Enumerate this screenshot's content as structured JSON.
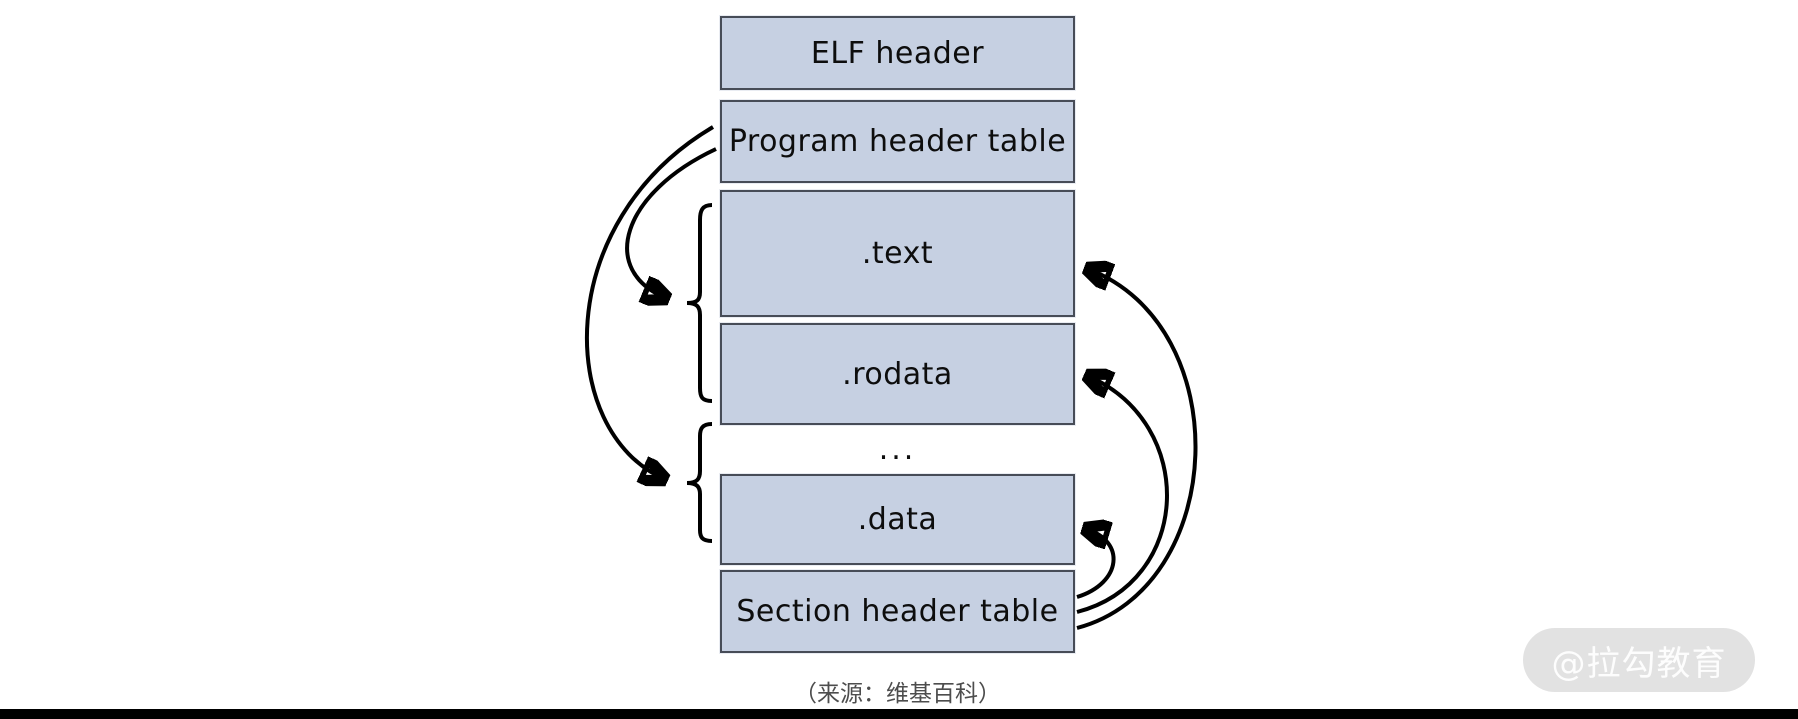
{
  "diagram": {
    "title_implicit": "ELF file layout",
    "boxes": [
      {
        "id": "elf-header",
        "label": "ELF header"
      },
      {
        "id": "program-header-table",
        "label": "Program header table"
      },
      {
        "id": "text-section",
        "label": ".text"
      },
      {
        "id": "rodata-section",
        "label": ".rodata"
      },
      {
        "id": "data-section",
        "label": ".data"
      },
      {
        "id": "section-header-table",
        "label": "Section header table"
      }
    ],
    "ellipsis": "...",
    "colors": {
      "box_fill": "#c6d0e2",
      "box_border": "#474c57",
      "arrow": "#000000",
      "background": "#ffffff"
    },
    "relations": [
      {
        "from": "Program header table",
        "to": "segment brace (.text + .rodata)",
        "style": "curved-arrow-left"
      },
      {
        "from": "Program header table",
        "to": "segment brace (... + .data)",
        "style": "curved-arrow-left"
      },
      {
        "from": "Section header table",
        "to": ".text",
        "style": "curved-arrow-right"
      },
      {
        "from": "Section header table",
        "to": ".rodata",
        "style": "curved-arrow-right"
      },
      {
        "from": "Section header table",
        "to": ".data",
        "style": "curved-arrow-right"
      }
    ]
  },
  "caption": {
    "text": "（来源：维基百科）",
    "color": "#4d4d4d"
  },
  "watermark": {
    "text": "@拉勾教育",
    "background": "#e2e2e2",
    "text_color": "#fdfdfd"
  },
  "bottom_bar_color": "#000000"
}
